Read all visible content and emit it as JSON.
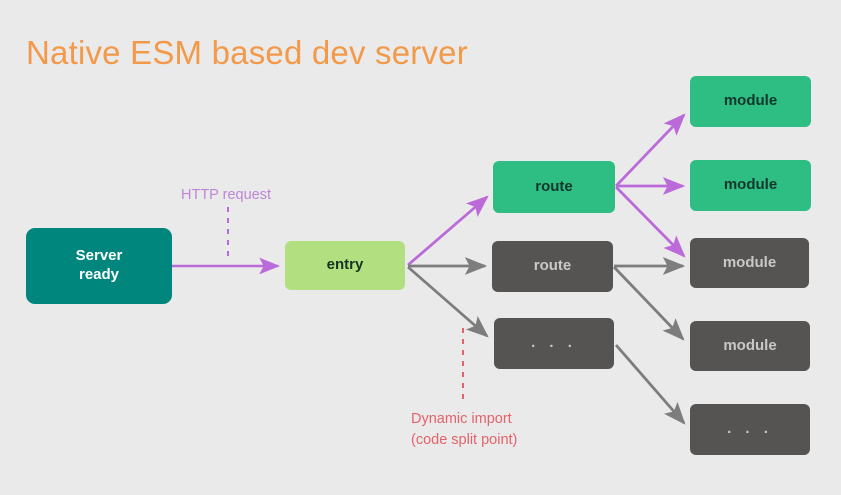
{
  "slide": {
    "title": "Native ESM based dev server",
    "background_color": "#ebeaea",
    "title_color": "#f2994a"
  },
  "palette": {
    "server_box": "#00867d",
    "entry_box": "#b2df7f",
    "active_box": "#2ebd82",
    "inactive_box": "#565452",
    "active_arrow": "#bb6bd9",
    "inactive_arrow": "#7d7d7d",
    "http_label": "#bd86d6",
    "dynamic_label": "#e4636b"
  },
  "nodes": {
    "server": {
      "label": "Server\nready",
      "line1": "Server",
      "line2": "ready",
      "state": "server"
    },
    "entry": {
      "label": "entry",
      "state": "entry"
    },
    "route_active": {
      "label": "route",
      "state": "active"
    },
    "route_inactive": {
      "label": "route",
      "state": "inactive"
    },
    "route_ellipsis": {
      "label": ". . .",
      "state": "inactive"
    },
    "module_active_1": {
      "label": "module",
      "state": "active"
    },
    "module_active_2": {
      "label": "module",
      "state": "active"
    },
    "module_inactive_1": {
      "label": "module",
      "state": "inactive"
    },
    "module_inactive_2": {
      "label": "module",
      "state": "inactive"
    },
    "module_ellipsis": {
      "label": ". . .",
      "state": "inactive"
    }
  },
  "annotations": {
    "http_request": "HTTP request",
    "dynamic_import_line1": "Dynamic import",
    "dynamic_import_line2": "(code split point)"
  }
}
